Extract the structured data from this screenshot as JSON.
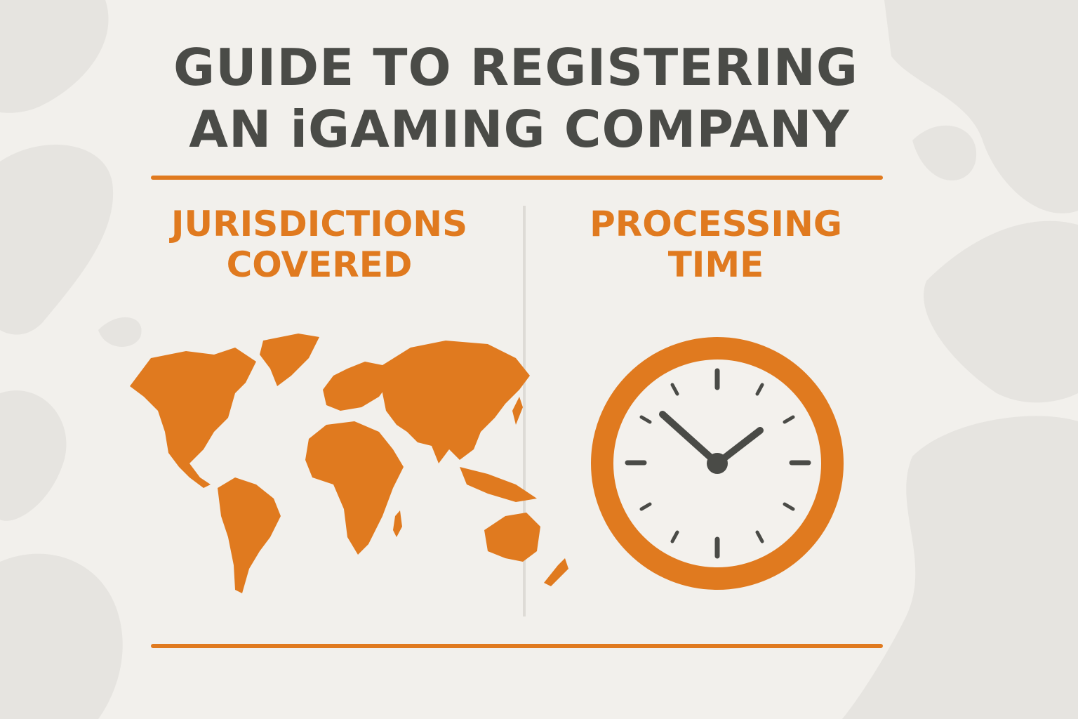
{
  "title": {
    "line1": "GUIDE TO REGISTERING",
    "line2": "AN iGAMING COMPANY"
  },
  "sections": [
    {
      "heading_line1": "JURISDICTIONS",
      "heading_line2": "COVERED",
      "icon": "world-map-icon"
    },
    {
      "heading_line1": "PROCESSING",
      "heading_line2": "TIME",
      "icon": "clock-icon"
    }
  ],
  "colors": {
    "accent": "#e07a1f",
    "text": "#4a4b47",
    "background": "#f2f0ec"
  }
}
